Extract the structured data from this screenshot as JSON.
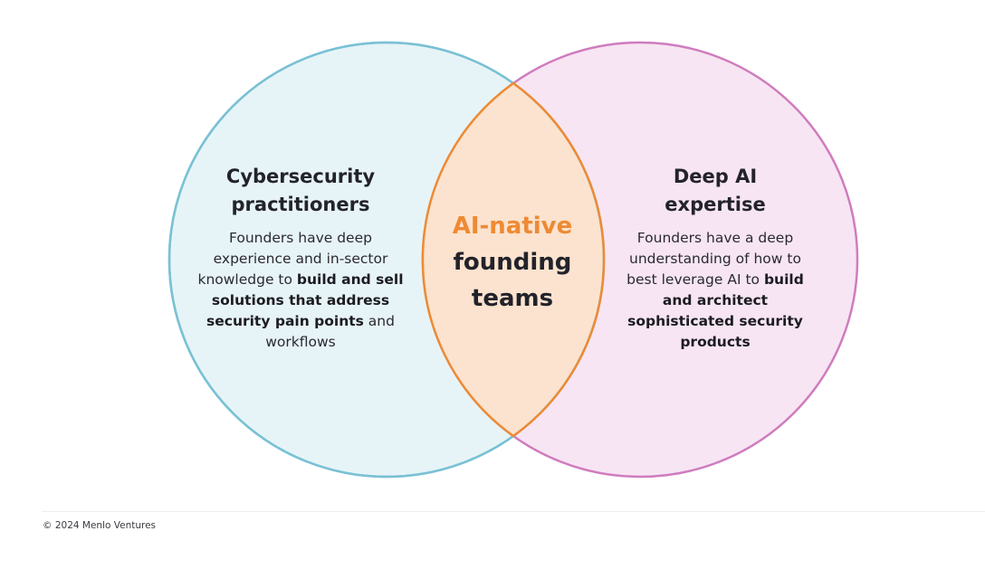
{
  "colors": {
    "left_fill": "#e7f4f7",
    "left_stroke": "#79c1d5",
    "right_fill": "#f7e5f3",
    "right_stroke": "#cf7cbe",
    "overlap_fill": "#fbe3cf",
    "overlap_stroke": "#ee8a33",
    "accent_text": "#ee8a33"
  },
  "left": {
    "heading_line1": "Cybersecurity",
    "heading_line2": "practitioners",
    "desc_intro": "Founders have deep experience and in-sector knowledge to ",
    "desc_bold": "build and sell solutions that address security pain points",
    "desc_end": " and workflows"
  },
  "center": {
    "accent": "AI-native",
    "line2": "founding",
    "line3": "teams"
  },
  "right": {
    "heading_line1": "Deep AI",
    "heading_line2": "expertise",
    "desc_intro": "Founders have a deep understanding of how to best leverage AI to ",
    "desc_bold": "build and architect sophisticated security products"
  },
  "footer": {
    "copyright": "© 2024 Menlo Ventures"
  }
}
